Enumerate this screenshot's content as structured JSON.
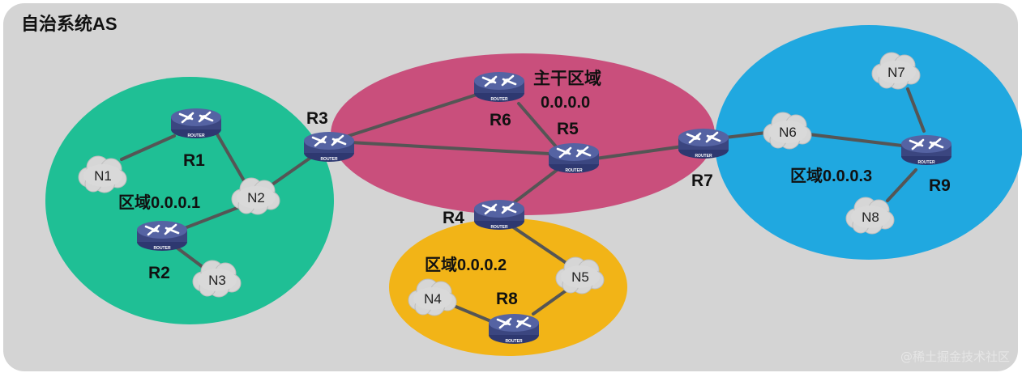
{
  "as_title": "自治系统AS",
  "areas": {
    "backbone": {
      "name": "主干区域",
      "id": "0.0.0.0",
      "color": "#c94f7c"
    },
    "area1": {
      "label": "区域0.0.0.1",
      "color": "#1fbf95"
    },
    "area2": {
      "label": "区域0.0.0.2",
      "color": "#f2b417"
    },
    "area3": {
      "label": "区域0.0.0.3",
      "color": "#20a8e0"
    }
  },
  "routers": {
    "R1": "R1",
    "R2": "R2",
    "R3": "R3",
    "R4": "R4",
    "R5": "R5",
    "R6": "R6",
    "R7": "R7",
    "R8": "R8",
    "R9": "R9"
  },
  "router_badge": "ROUTER",
  "networks": {
    "N1": "N1",
    "N2": "N2",
    "N3": "N3",
    "N4": "N4",
    "N5": "N5",
    "N6": "N6",
    "N7": "N7",
    "N8": "N8"
  },
  "watermark": "@稀土掘金技术社区",
  "colors": {
    "canvas": "#d4d4d4",
    "router": "#4a5592",
    "cloud": "#d9d9d9",
    "link": "#555555"
  },
  "icons": {
    "router": "router-icon",
    "network": "cloud-icon"
  }
}
